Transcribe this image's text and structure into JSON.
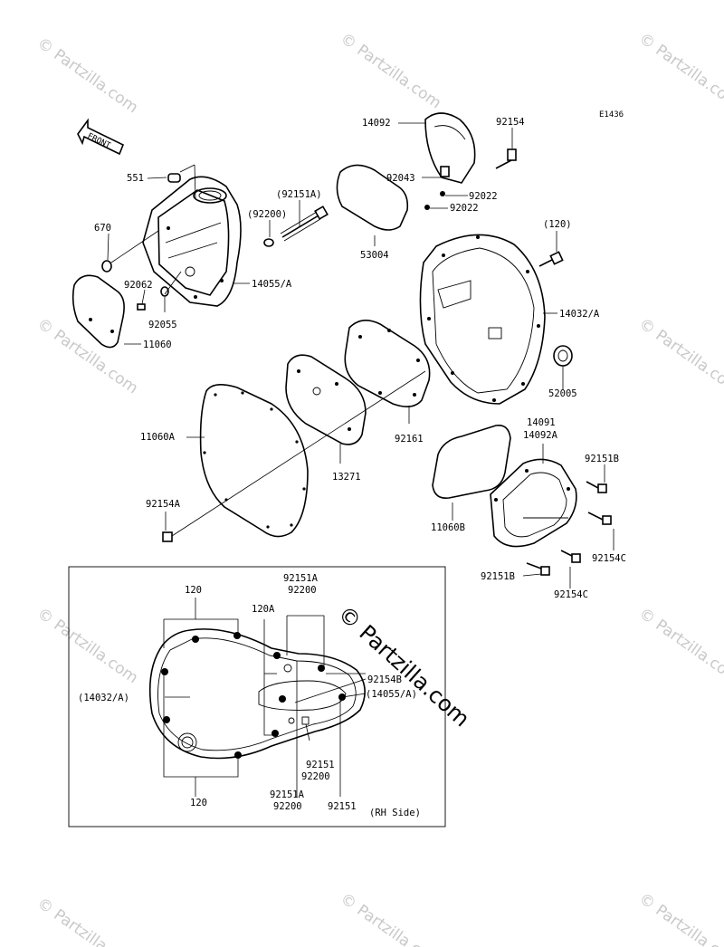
{
  "diagram_id": "E1436",
  "front_arrow": "FRONT",
  "watermark": "© Partzilla.com",
  "center_watermark": "© Partzilla.com",
  "labels": {
    "p551": "551",
    "p670": "670",
    "p92062": "92062",
    "p92055": "92055",
    "p11060": "11060",
    "p92151A_top": "(92151A)",
    "p92200_top": "(92200)",
    "p14055A": "14055/A",
    "p14092": "14092",
    "p92154": "92154",
    "p92043": "92043",
    "p92022_a": "92022",
    "p92022_b": "92022",
    "p53004": "53004",
    "p120_top": "(120)",
    "p14032A": "14032/A",
    "p52005": "52005",
    "p11060A": "11060A",
    "p13271": "13271",
    "p92161": "92161",
    "p14091": "14091",
    "p14092A": "14092A",
    "p92151B_r": "92151B",
    "p11060B": "11060B",
    "p92154C_r": "92154C",
    "p92151B_b": "92151B",
    "p92154C_b": "92154C",
    "p92154A": "92154A"
  },
  "inset": {
    "l120_top": "120",
    "l120A": "120A",
    "l92151A_top": "92151A",
    "l92200_top": "92200",
    "l92154B": "92154B",
    "l14032A": "(14032/A)",
    "l14055A": "(14055/A)",
    "l92151_mid": "92151",
    "l92200_mid": "92200",
    "l92151A_bot": "92151A",
    "l92200_bot": "92200",
    "l92151_bot": "92151",
    "l120_bot": "120",
    "caption": "(RH Side)"
  }
}
